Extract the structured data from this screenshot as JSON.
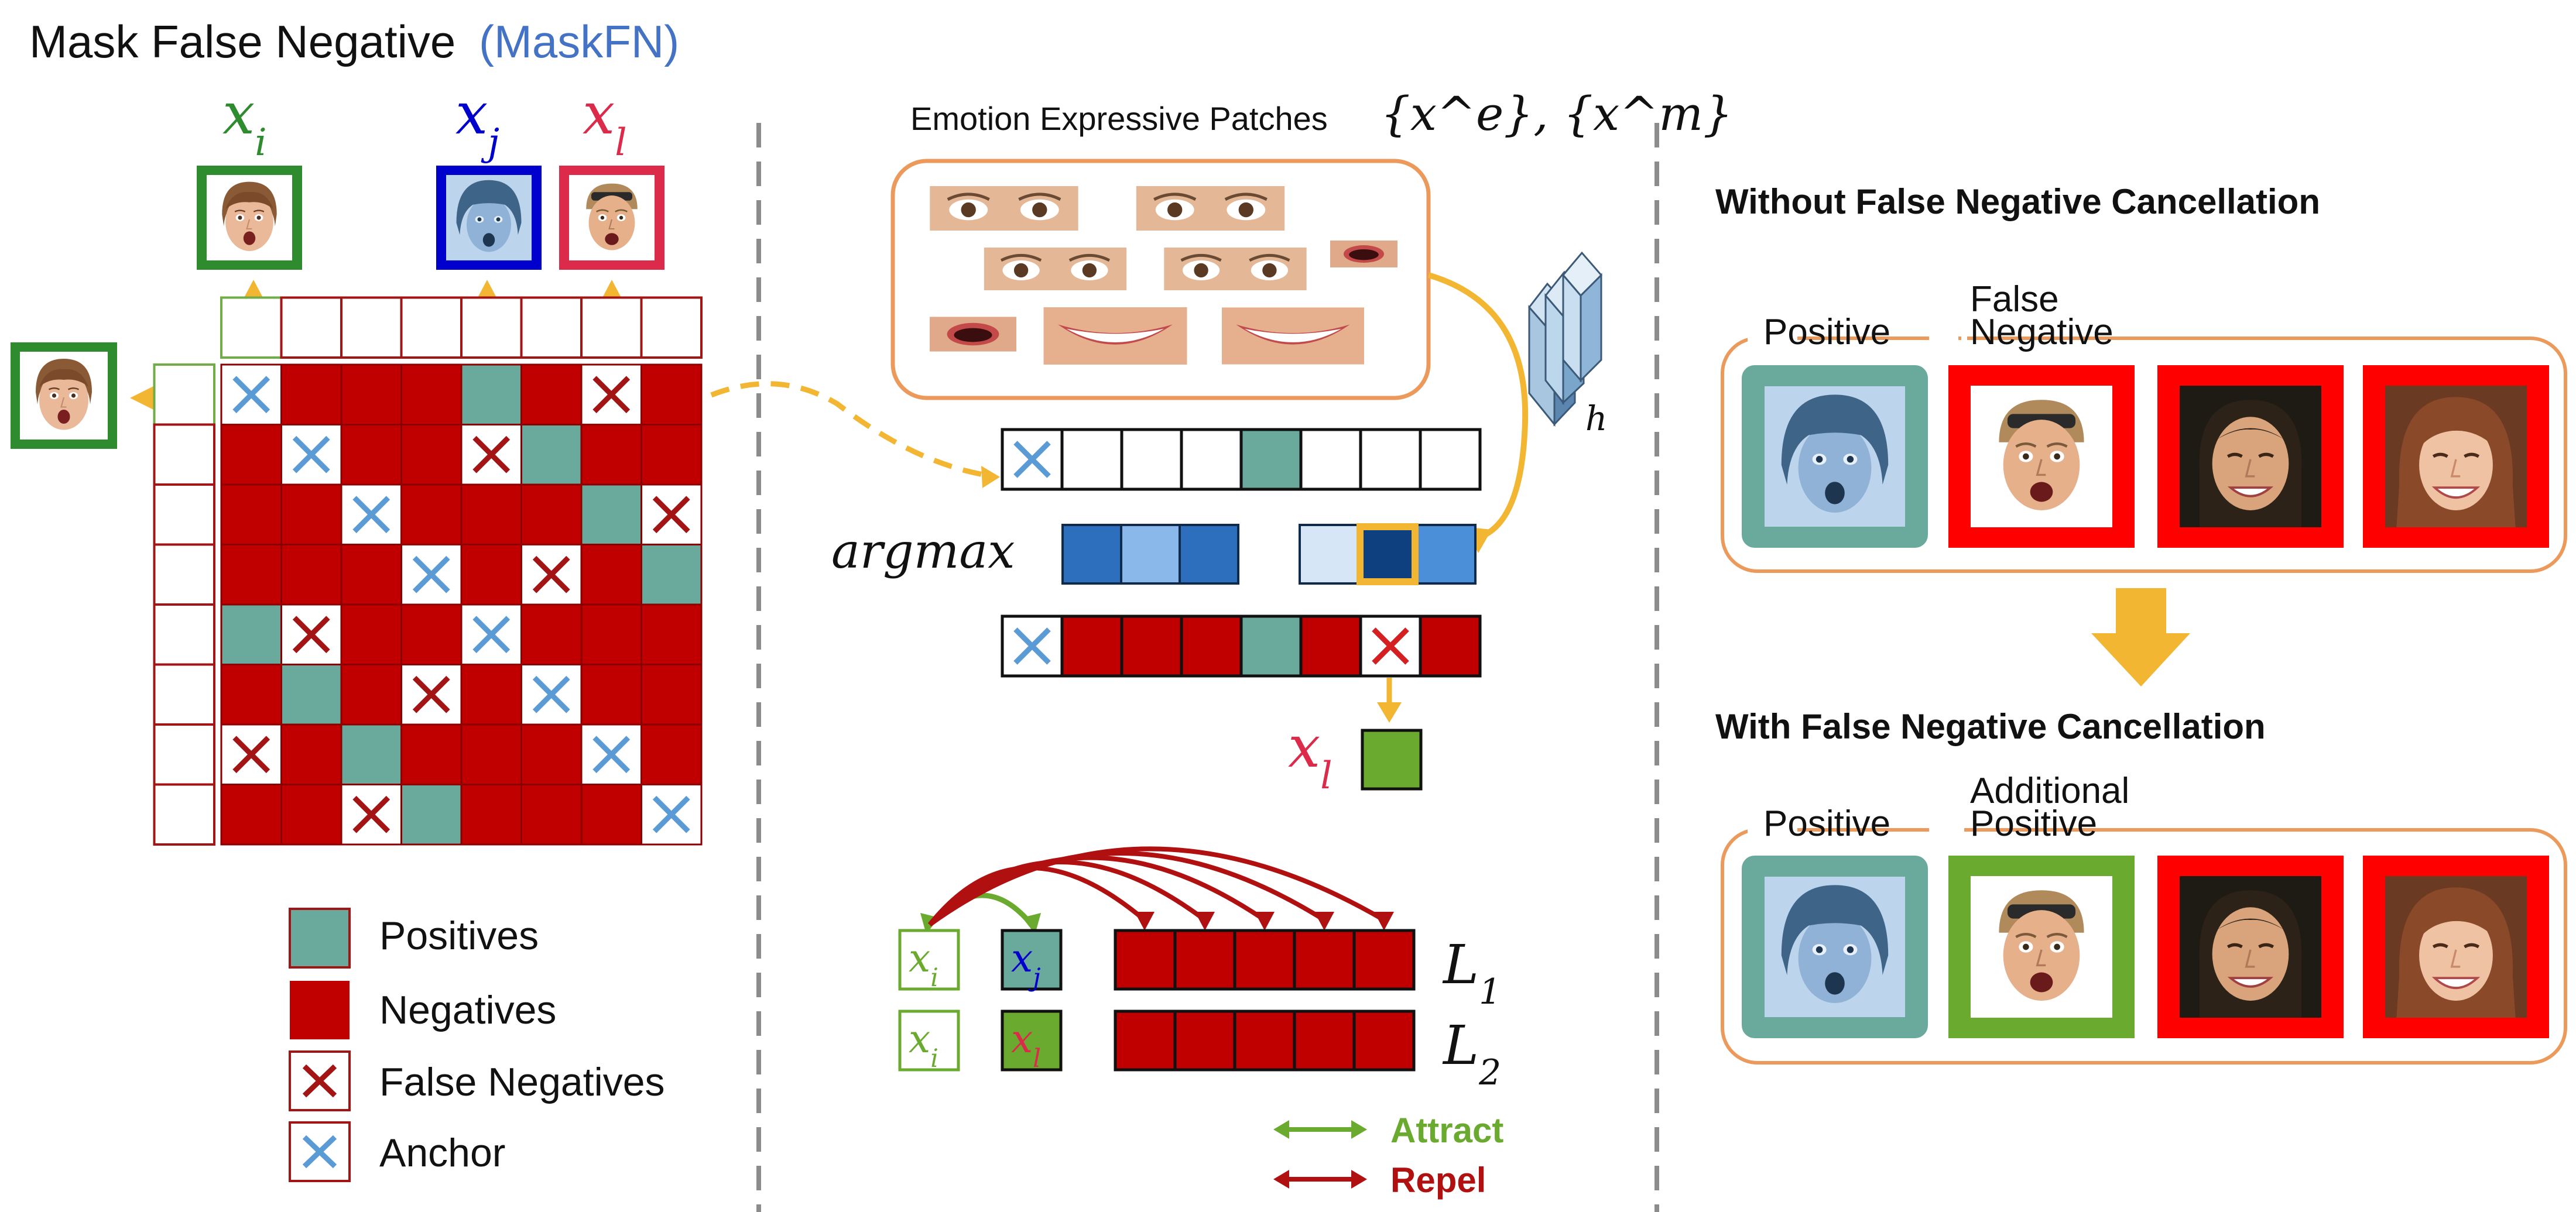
{
  "title": {
    "main": "Mask False Negative",
    "abbr": "(MaskFN)"
  },
  "colors": {
    "negative": "#c00000",
    "positive": "#6aaa9c",
    "anchor": "#5b9bd5",
    "false_negative": "#a31515",
    "accent": "#f2b632",
    "green": "#70ad47",
    "green_dark": "#2e8b2e",
    "blue_dark": "#0000cc",
    "crimson": "#dc2a4a",
    "orange": "#ec9a5c"
  },
  "left": {
    "faces": {
      "i": "x_i",
      "j": "x_j",
      "l": "x_l"
    },
    "matrix": {
      "size": 8,
      "anchor_cells": [
        [
          0,
          0
        ],
        [
          1,
          1
        ],
        [
          2,
          2
        ],
        [
          3,
          3
        ],
        [
          4,
          4
        ],
        [
          5,
          5
        ],
        [
          6,
          6
        ],
        [
          7,
          7
        ]
      ],
      "positive_cells": [
        [
          0,
          4
        ],
        [
          1,
          5
        ],
        [
          2,
          6
        ],
        [
          3,
          7
        ],
        [
          4,
          0
        ],
        [
          5,
          1
        ],
        [
          6,
          2
        ],
        [
          7,
          3
        ]
      ],
      "false_negative_cells": [
        [
          0,
          6
        ],
        [
          1,
          4
        ],
        [
          2,
          7
        ],
        [
          3,
          5
        ],
        [
          4,
          1
        ],
        [
          5,
          3
        ],
        [
          6,
          0
        ],
        [
          7,
          2
        ]
      ]
    },
    "legend": {
      "positives": "Positives",
      "negatives": "Negatives",
      "false_negatives": "False Negatives",
      "anchor": "Anchor"
    }
  },
  "middle": {
    "patches_title": "Emotion Expressive Patches",
    "patches_set": "{x^e}, {x^m}",
    "h_label": "h",
    "argmax_label": "argmax",
    "x_l_label": "x_l",
    "loss_rows": [
      {
        "anchor": "x_i",
        "positive": "x_j",
        "loss": "L_1"
      },
      {
        "anchor": "x_i",
        "positive": "x_l",
        "loss": "L_2"
      }
    ],
    "legend": {
      "attract": "Attract",
      "repel": "Repel"
    }
  },
  "right": {
    "without_title": "Without False Negative Cancellation",
    "with_title": "With False Negative Cancellation",
    "without_labels": {
      "positive": "Positive",
      "false_negative_1": "False",
      "false_negative_2": "Negative"
    },
    "with_labels": {
      "positive": "Positive",
      "additional_positive_1": "Additional",
      "additional_positive_2": "Positive"
    }
  }
}
